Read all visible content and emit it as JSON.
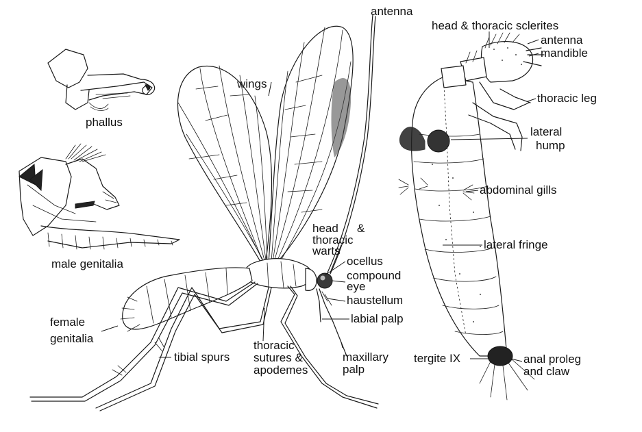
{
  "labels": {
    "antenna_top": "antenna",
    "head_thoracic_sclerites": "head & thoracic sclerites",
    "antenna_larva": "antenna",
    "mandible": "mandible",
    "phallus": "phallus",
    "wings": "wings",
    "thoracic_leg": "thoracic leg",
    "lateral_hump_1": "lateral",
    "lateral_hump_2": "hump",
    "abdominal_gills": "abdominal gills",
    "male_genitalia": "male genitalia",
    "head_warts_1": "head",
    "head_warts_amp": "&",
    "head_warts_2": "thoracic",
    "head_warts_3": "warts",
    "lateral_fringe": "lateral fringe",
    "ocellus": "ocellus",
    "compound_eye_1": "compound",
    "compound_eye_2": "eye",
    "haustellum": "haustellum",
    "labial_palp": "labial palp",
    "female_genitalia_1": "female",
    "female_genitalia_2": "genitalia",
    "tibial_spurs": "tibial spurs",
    "thoracic_sutures_1": "thoracic",
    "thoracic_sutures_2": "sutures &",
    "thoracic_sutures_3": "apodemes",
    "maxillary_palp_1": "maxillary",
    "maxillary_palp_2": "palp",
    "tergite": "tergite IX",
    "anal_proleg_1": "anal proleg",
    "anal_proleg_2": "and claw"
  },
  "icons": [
    "adult-caddisfly-drawing",
    "larva-drawing",
    "phallus-drawing",
    "male-genitalia-drawing"
  ]
}
